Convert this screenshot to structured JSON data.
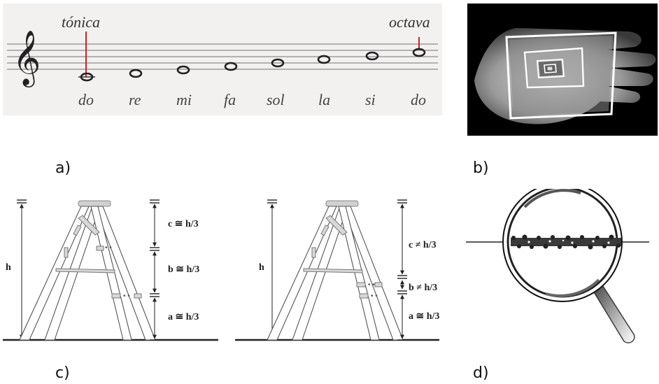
{
  "panel_a": {
    "label_tonica": "tónica",
    "label_octava": "octava",
    "notes": [
      "do",
      "re",
      "mi",
      "fa",
      "sol",
      "la",
      "si",
      "do"
    ],
    "caption": "a)"
  },
  "panel_b": {
    "caption": "b)"
  },
  "panel_c": {
    "left": {
      "h": "h",
      "c": "c ≅ h/3",
      "b": "b ≅ h/3",
      "a": "a ≅ h/3"
    },
    "right": {
      "h": "h",
      "c": "c ≠ h/3",
      "b": "b ≠ h/3",
      "a": "a ≅ h/3"
    },
    "caption": "c)"
  },
  "panel_d": {
    "caption": "d)"
  },
  "colors": {
    "staff_bg": "#f3f1ef",
    "marker_red": "#cc2222",
    "photo_bg": "#000000"
  }
}
